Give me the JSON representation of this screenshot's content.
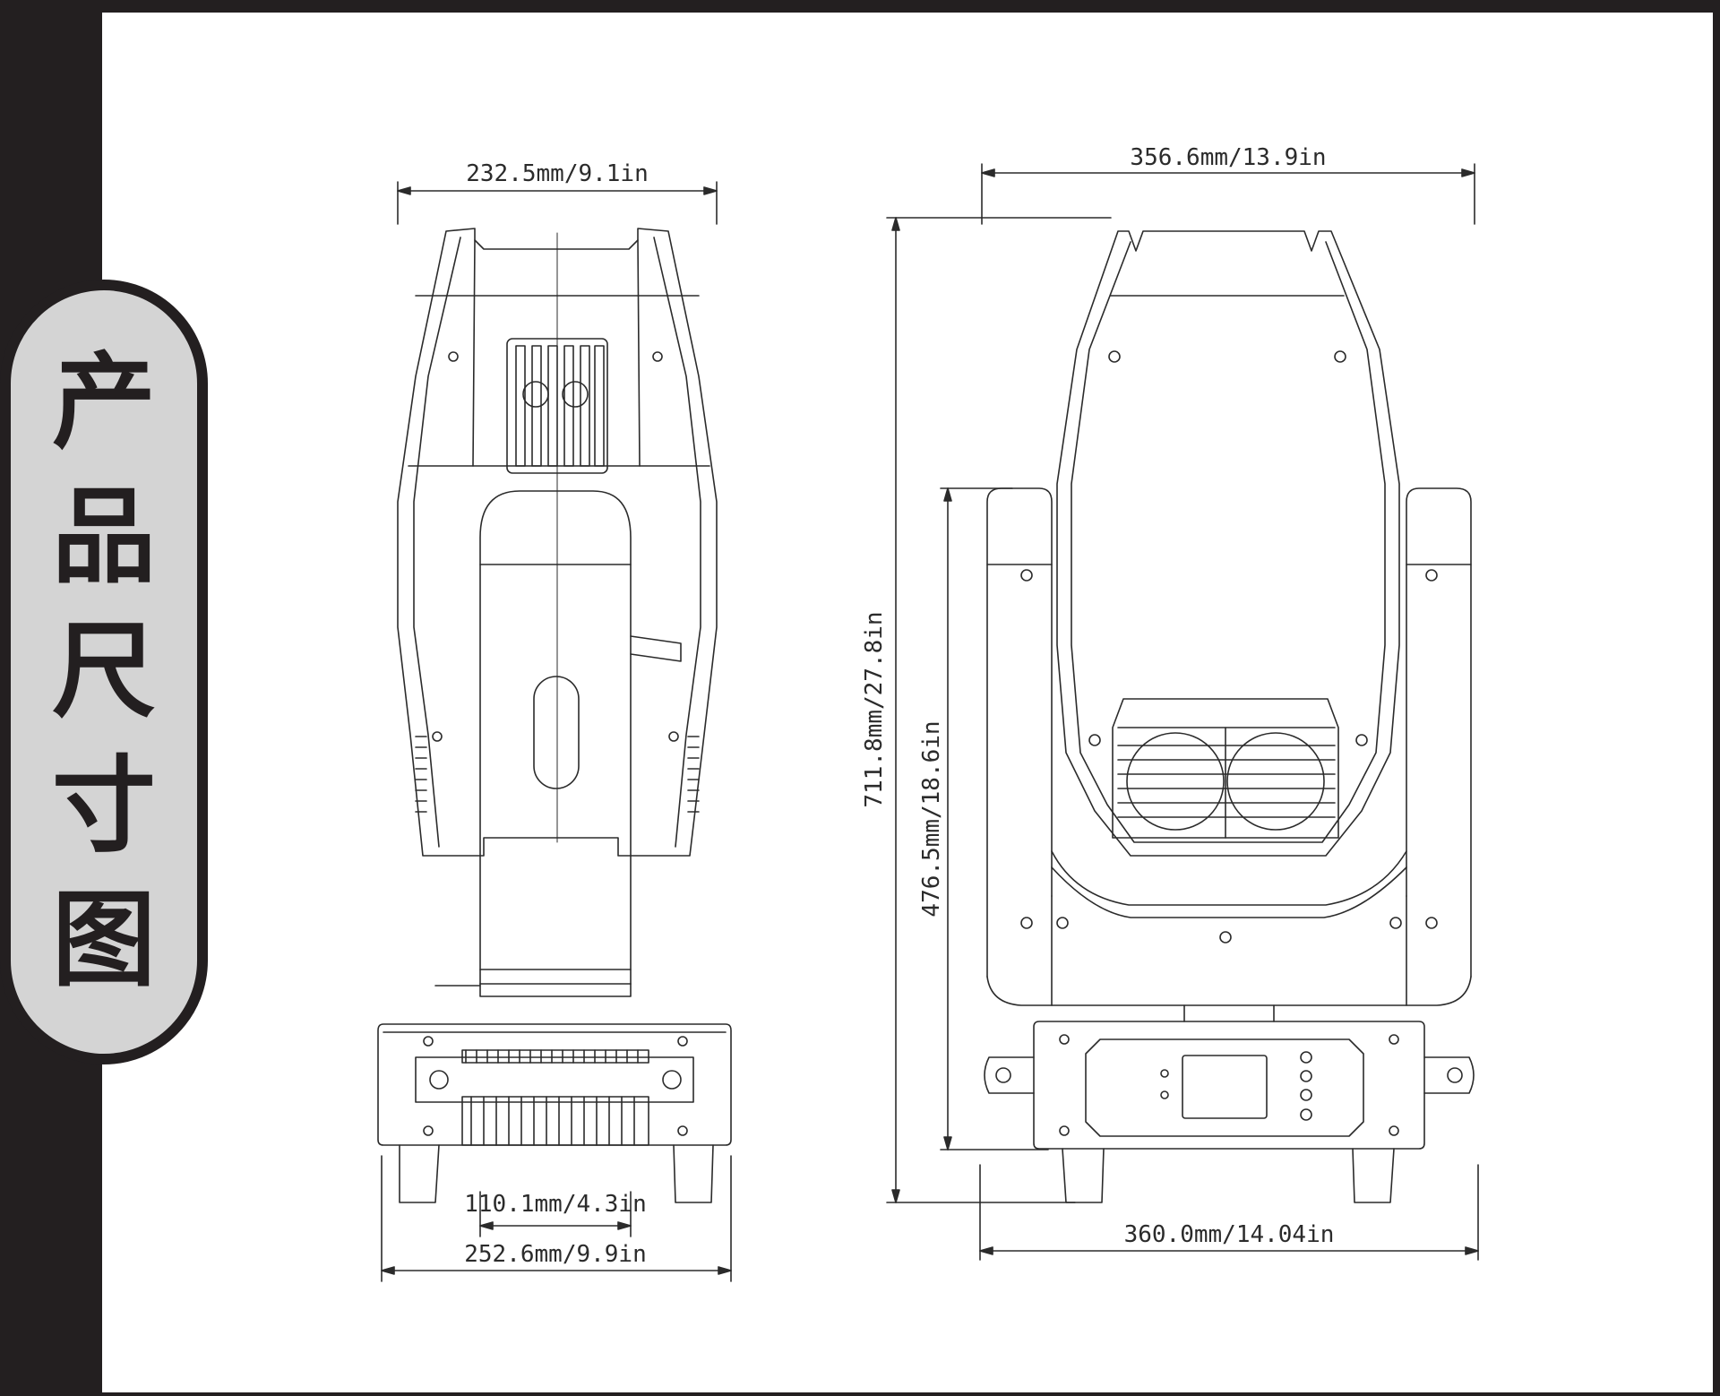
{
  "title": {
    "chars": [
      "产",
      "品",
      "尺",
      "寸",
      "图"
    ]
  },
  "side_view": {
    "top_width_label": "232.5mm/9.1in",
    "base_inner_label": "110.1mm/4.3in",
    "base_width_label": "252.6mm/9.9in"
  },
  "front_view": {
    "top_width_label": "356.6mm/13.9in",
    "total_height_label": "711.8mm/27.8in",
    "arm_height_label": "476.5mm/18.6in",
    "base_width_label": "360.0mm/14.04in"
  },
  "colors": {
    "frame": "#231f20",
    "tab_fill": "#d4d4d4",
    "line": "#2b2b2b",
    "background": "#ffffff"
  }
}
